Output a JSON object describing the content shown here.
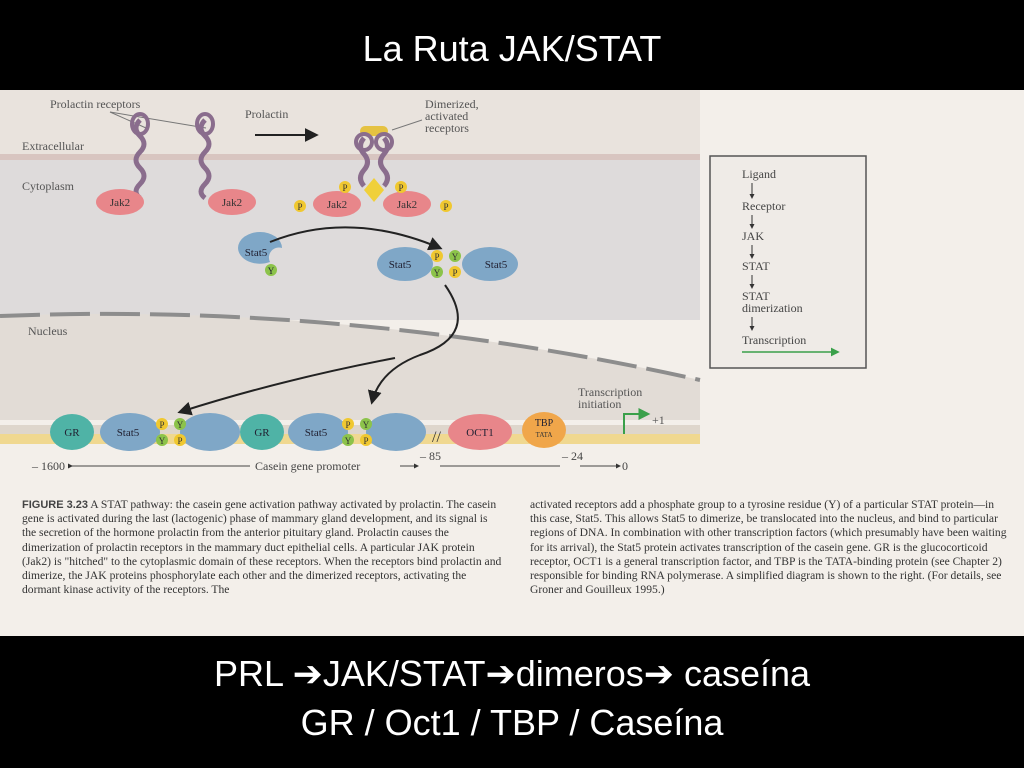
{
  "title": "La Ruta JAK/STAT",
  "figure": {
    "labels": {
      "prolactin_receptors": "Prolactin receptors",
      "prolactin": "Prolactin",
      "dimerized_1": "Dimerized,",
      "dimerized_2": "activated",
      "dimerized_3": "receptors",
      "extracellular": "Extracellular",
      "cytoplasm": "Cytoplasm",
      "nucleus": "Nucleus",
      "jak2": "Jak2",
      "stat5": "Stat5",
      "p": "P",
      "y": "Y",
      "gr": "GR",
      "oct1": "OCT1",
      "tbp": "TBP",
      "tata": "TATA",
      "tx_init_1": "Transcription",
      "tx_init_2": "initiation",
      "plus_one": "+1",
      "pos_1600": "– 1600",
      "casein_promoter": "Casein gene promoter",
      "pos_85": "– 85",
      "pos_24": "– 24",
      "pos_0": "0"
    },
    "legend_box": {
      "ligand": "Ligand",
      "receptor": "Receptor",
      "jak": "JAK",
      "stat": "STAT",
      "stat_dim_1": "STAT",
      "stat_dim_2": "dimerization",
      "transcription": "Transcription"
    },
    "caption_figure_label": "FIGURE 3.23",
    "caption_left": "A STAT pathway: the casein gene activation pathway activated by prolactin. The casein gene is activated during the last (lactogenic) phase of mammary gland development, and its signal is the secretion of the hormone prolactin from the anterior pituitary gland. Prolactin causes the dimerization of prolactin receptors in the mammary duct epithelial cells. A particular JAK protein (Jak2) is \"hitched\" to the cytoplasmic domain of these receptors. When the receptors bind prolactin and dimerize, the JAK proteins phosphorylate each other and the dimerized receptors, activating the dormant kinase activity of the receptors. The",
    "caption_right": "activated receptors add a phosphate group to a tyrosine residue (Y) of a particular STAT protein—in this case, Stat5. This allows Stat5 to dimerize, be translocated into the nucleus, and bind to particular regions of DNA. In combination with other transcription factors (which presumably have been waiting for its arrival), the Stat5 protein activates transcription of the casein gene. GR is the glucocorticoid receptor, OCT1 is a general transcription factor, and TBP is the TATA-binding protein (see Chapter 2) responsible for binding RNA polymerase. A simplified diagram is shown to the right. (For details, see Groner and Gouilleux 1995.)"
  },
  "summary": {
    "prl": "PRL",
    "jakstat": "JAK/STAT",
    "dimeros": "dimeros",
    "caseina": "caseína",
    "line2": "GR / Oct1 / TBP / Caseína",
    "arrow": "➔"
  }
}
